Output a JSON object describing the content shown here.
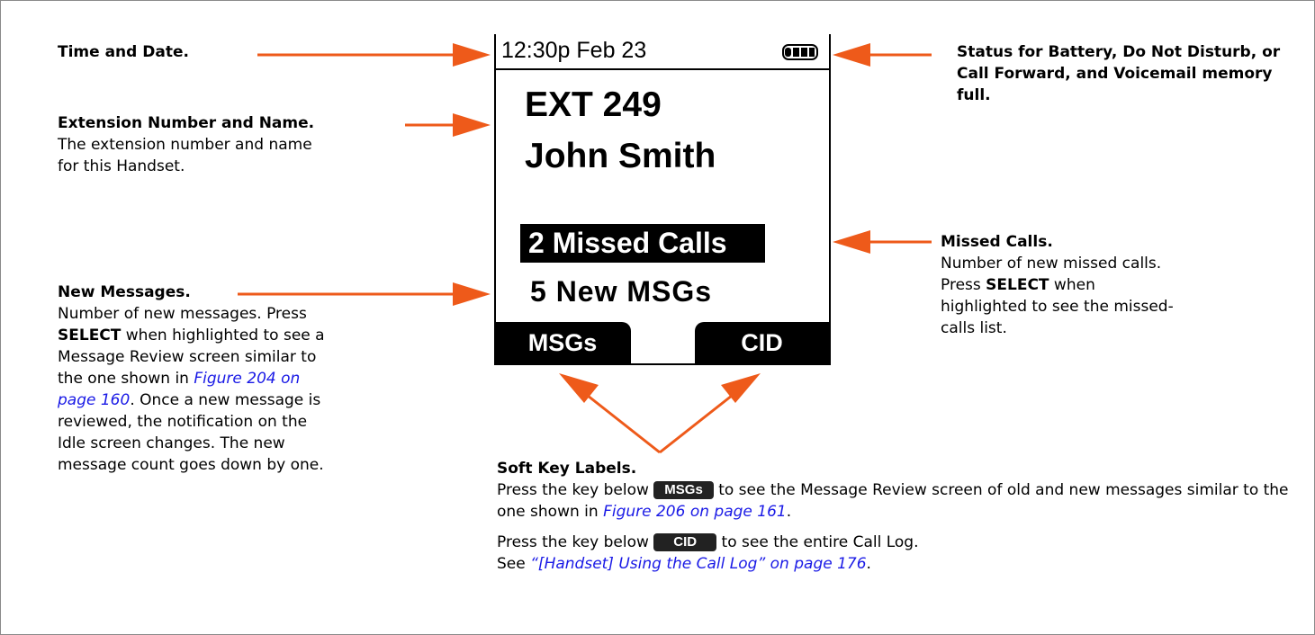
{
  "phone": {
    "time_date": "12:30p Feb 23",
    "ext_line": "EXT 249",
    "name_line": "John Smith",
    "missed_calls": "2 Missed Calls",
    "new_msgs": "5 New MSGs",
    "softkey_left": "MSGs",
    "softkey_right": "CID",
    "battery_icon": "battery-icon"
  },
  "callouts": {
    "time_date": {
      "title": "Time and Date."
    },
    "extension": {
      "title": "Extension Number and Name.",
      "body": "The extension number and name for this Handset."
    },
    "new_messages": {
      "title": "New Messages.",
      "body_1": "Number of new messages. Press ",
      "select": "SELECT",
      "body_2": " when highlighted to see a Message Review screen similar to the one shown in ",
      "link": "Figure 204 on page 160",
      "body_3": ". Once a new message is reviewed, the notification on the Idle screen changes. The new message count goes down by one."
    },
    "status": {
      "title": "Status for Battery, Do Not Disturb, or Call Forward, and Voicemail memory full."
    },
    "missed_calls": {
      "title": "Missed Calls.",
      "body_1": "Number of new missed calls. Press ",
      "select": "SELECT",
      "body_2": " when highlighted to see the missed-calls list."
    },
    "softkeys": {
      "title": "Soft Key Labels.",
      "line1_a": "Press the key below ",
      "key1": "MSGs",
      "line1_b": " to see the Message Review screen of old and new messages similar to the one shown in ",
      "link1": "Figure 206 on page 161",
      "line1_c": ".",
      "line2_a": "Press the key below ",
      "key2": "CID",
      "line2_b": " to see the entire Call Log.",
      "line3_a": "See ",
      "link2": "“[Handset] Using the Call Log” on page 176",
      "line3_b": "."
    }
  },
  "colors": {
    "arrow": "#ee5a1a",
    "link": "#1a1ae6",
    "screen_bg": "#ffffff",
    "ink": "#000000"
  }
}
